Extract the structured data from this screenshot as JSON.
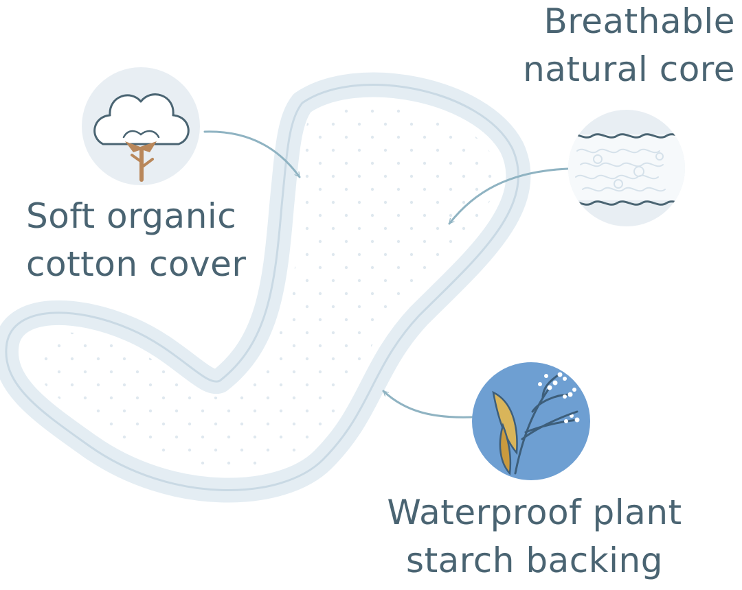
{
  "labels": {
    "core": [
      "Breathable",
      "natural core"
    ],
    "cover": [
      "Soft organic",
      "cotton cover"
    ],
    "backing": [
      "Waterproof plant",
      "starch backing"
    ]
  },
  "icons": {
    "cover": "cotton-boll-icon",
    "core": "fibrous-core-icon",
    "backing": "wheat-plant-icon"
  },
  "colors": {
    "text": "#4a6472",
    "pad_outline": "#e4edf3",
    "pad_edge": "#c9d9e4",
    "arrow": "#8fb3c2",
    "icon_circle": "#e8eef3",
    "backing_circle": "#6e9fd2",
    "cotton_stem": "#b9875a"
  }
}
